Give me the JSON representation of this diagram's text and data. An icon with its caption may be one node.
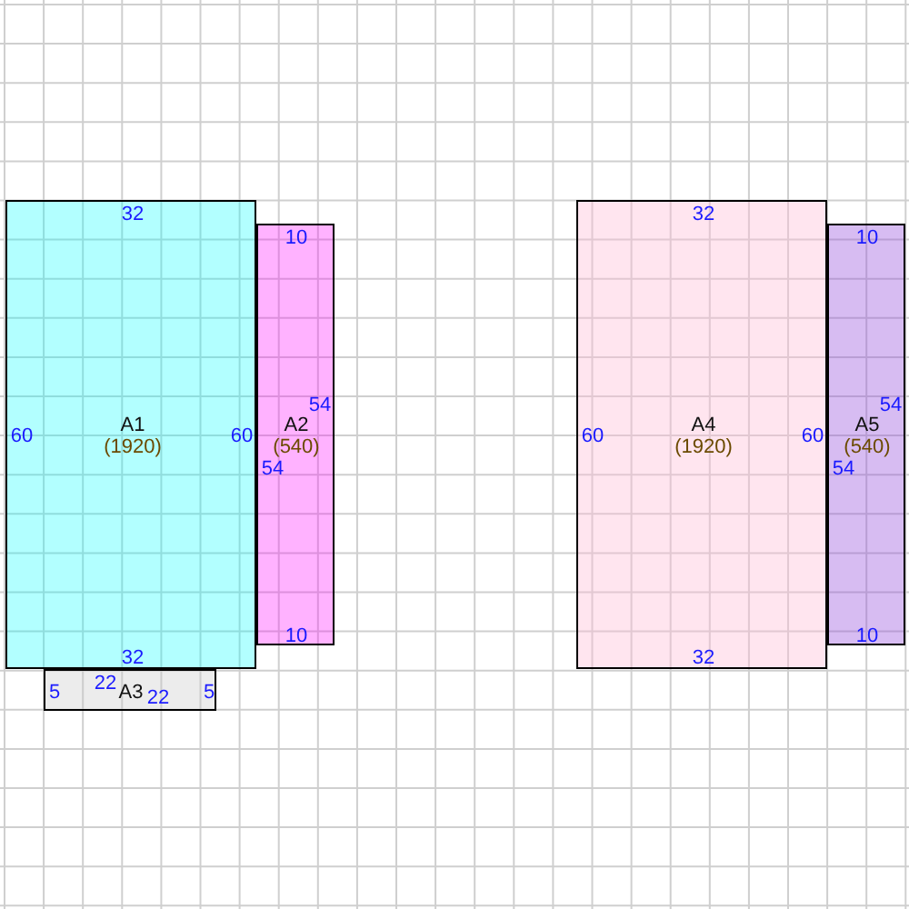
{
  "diagram": {
    "nodes": [
      {
        "text": [
          "32",
          "60",
          "A1",
          "(1920)",
          "60",
          "32"
        ]
      },
      {
        "text": [
          "10",
          "54",
          "A2",
          "(540)",
          "54",
          "10"
        ]
      },
      {
        "text": [
          "5",
          "22",
          "A3",
          "22",
          "5"
        ]
      },
      {
        "text": [
          "32",
          "60",
          "A4",
          "(1920)",
          "60",
          "32"
        ]
      },
      {
        "text": [
          "10",
          "54",
          "A5",
          "(540)",
          "54",
          "10"
        ]
      }
    ]
  }
}
